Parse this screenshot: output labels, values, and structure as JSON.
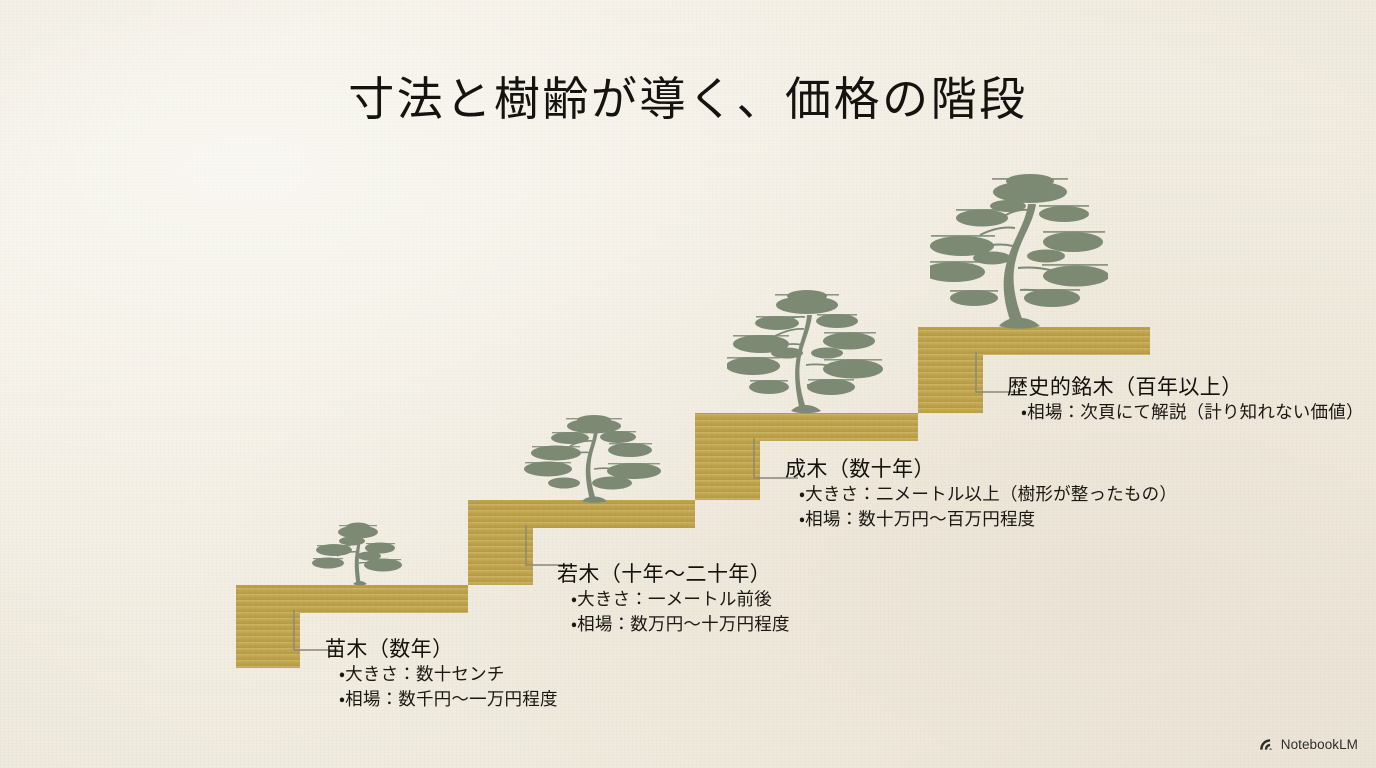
{
  "slide": {
    "title": "寸法と樹齢が導く、価格の階段",
    "background_color": "#f3eee3",
    "step_color": "#bfa44e",
    "tree_color": "#7c8a74",
    "title_color": "#15130f"
  },
  "steps": [
    {
      "id": "step-1",
      "tree": "bonsai-seedling",
      "caption_title": "苗木（数年）",
      "lines": [
        "・大きさ：数十センチ",
        "・相場：数千円〜一万円程度"
      ]
    },
    {
      "id": "step-2",
      "tree": "bonsai-young",
      "caption_title": "若木（十年〜二十年）",
      "lines": [
        "・大きさ：一メートル前後",
        "・相場：数万円〜十万円程度"
      ]
    },
    {
      "id": "step-3",
      "tree": "bonsai-mature",
      "caption_title": "成木（数十年）",
      "lines": [
        "・大きさ：二メートル以上（樹形が整ったもの）",
        "・相場：数十万円〜百万円程度"
      ]
    },
    {
      "id": "step-4",
      "tree": "bonsai-historic",
      "caption_title": "歴史的銘木（百年以上）",
      "lines": [
        "・相場：次頁にて解説（計り知れない価値）"
      ]
    }
  ],
  "footer": {
    "logo_label": "NotebookLM"
  }
}
